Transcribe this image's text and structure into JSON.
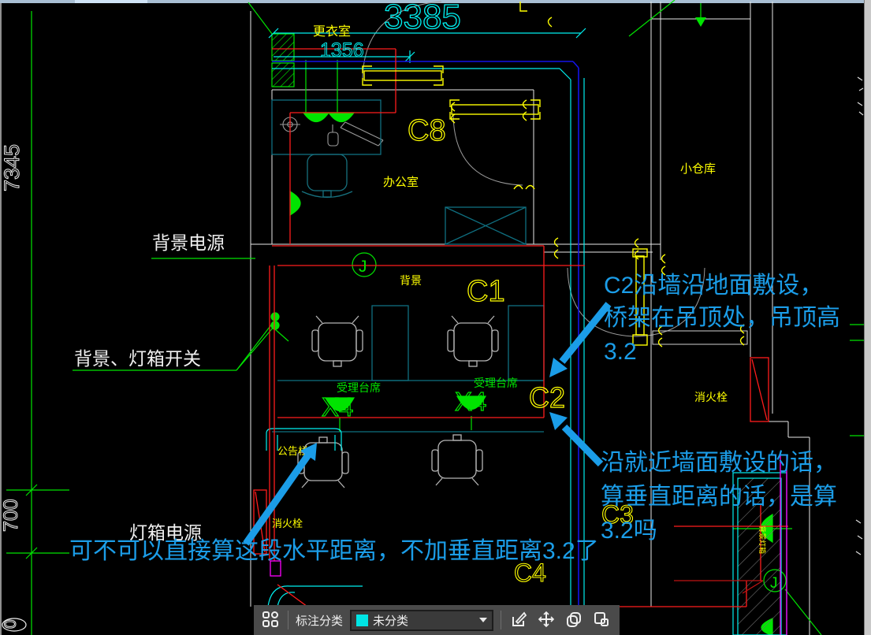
{
  "window": {
    "top_strip_color": "#a9bfd4",
    "top_strip_highlight": "#cfe3f6",
    "side_strip_color": "#c9c9c9"
  },
  "drawing": {
    "dimensions": {
      "width_top": "3385",
      "width_inner": "1356",
      "height_left": "7345",
      "height_lower": "700",
      "datum": "0"
    },
    "rooms": {
      "changing_room": "更衣室",
      "office": "办公室",
      "background_area": "背景",
      "small_warehouse": "小仓库"
    },
    "circuit_labels": {
      "c8": "C8",
      "c1": "C1",
      "c2": "C2",
      "c3": "C3",
      "c4": "C4"
    },
    "text_labels": {
      "background_power": "背景电源",
      "background_lightbox_switch": "背景、灯箱开关",
      "lightbox_power": "灯箱电源",
      "service_counter_1": "受理台席",
      "service_counter_2": "受理台席",
      "switch_x4_1": "X4",
      "switch_x4_2": "X4",
      "fire_hydrant_left": "消火栓",
      "fire_hydrant_right": "消火栓",
      "notice_board": "公告栏",
      "junction_box": "J",
      "junction_box_2": "J",
      "lightbox_tag": "背景灯箱"
    },
    "colors": {
      "wall": "#e8e8e8",
      "dimension": "#00f0f0",
      "wire": "#ff1c1c",
      "symbol_green": "#00e400",
      "label_yellow": "#ffff00",
      "partition_teal": "#0f6f80",
      "cable_blue": "#1414e8",
      "magenta": "#ff00ff"
    }
  },
  "annotations": {
    "text_color": "#1b9de8",
    "note_top": {
      "line1": "C2沿墙沿地面敷设，",
      "line2": "桥架在吊顶处，吊顶高",
      "line3": "3.2"
    },
    "note_middle": {
      "line1": "沿就近墙面敷设的话，",
      "line2": "算垂直距离的话，是算",
      "line3": "3.2吗"
    },
    "note_bottom": "可不可以直接算这段水平距离，不加垂直距离3.2了"
  },
  "toolbar": {
    "category_label": "标注分类",
    "dropdown_value": "未分类",
    "swatch_color": "#00e5e5"
  }
}
